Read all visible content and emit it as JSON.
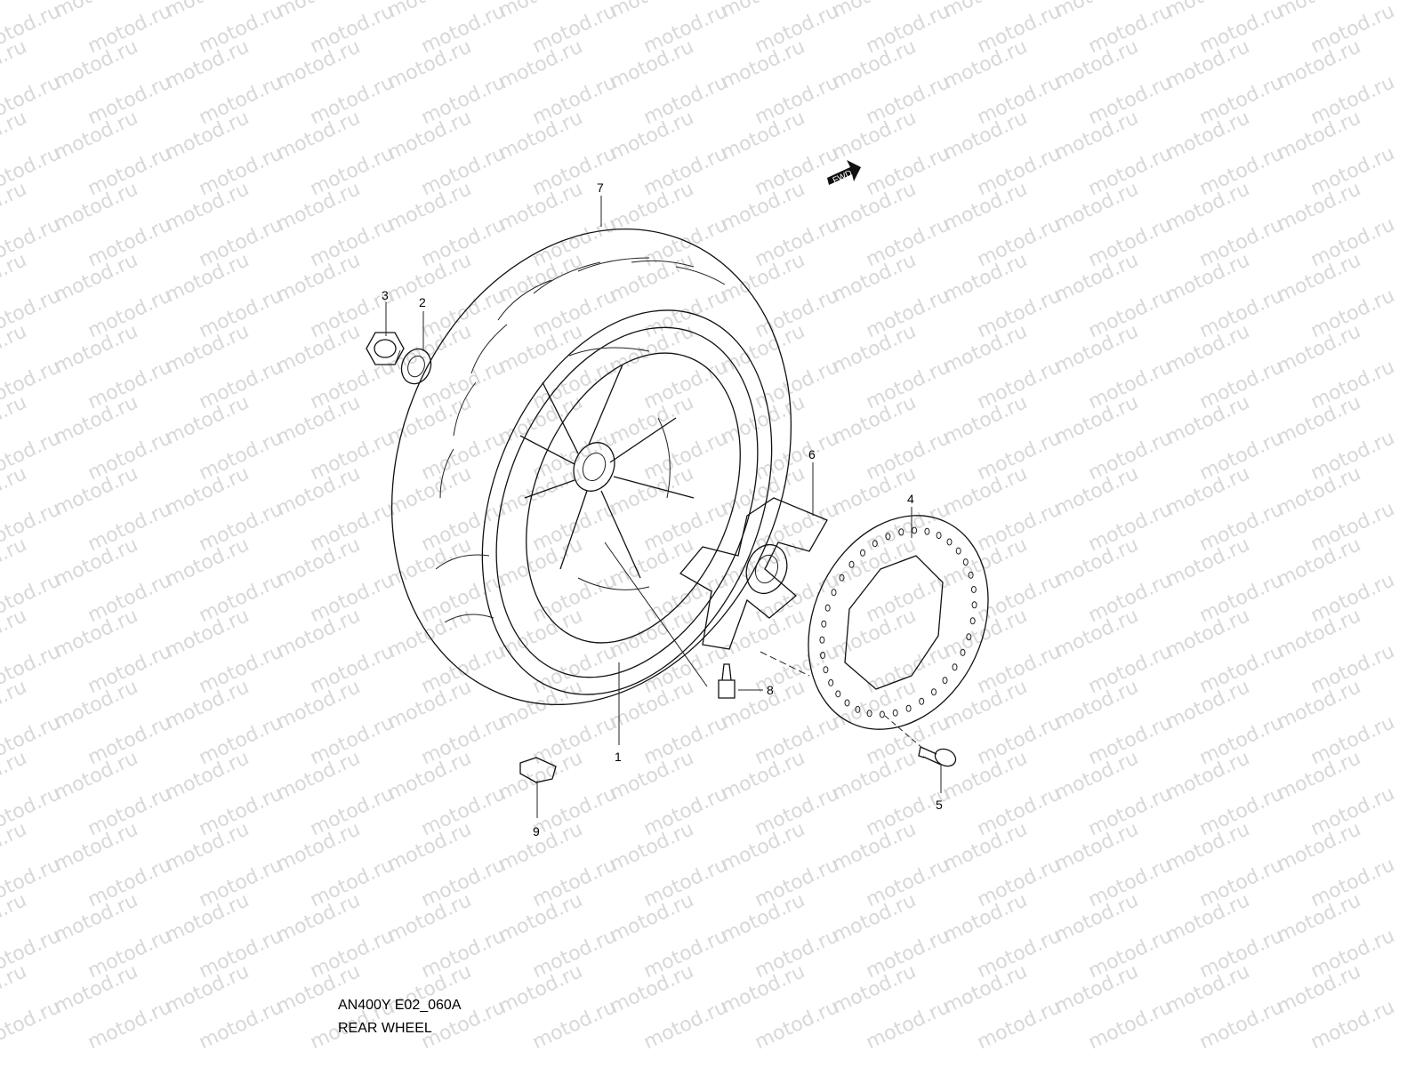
{
  "watermark": "motod.ru",
  "fwd_label": "FWD",
  "callouts": [
    "1",
    "2",
    "3",
    "4",
    "5",
    "6",
    "7",
    "8",
    "9"
  ],
  "caption": {
    "model_code": "AN400Y E02_060A",
    "title": "REAR WHEEL"
  }
}
